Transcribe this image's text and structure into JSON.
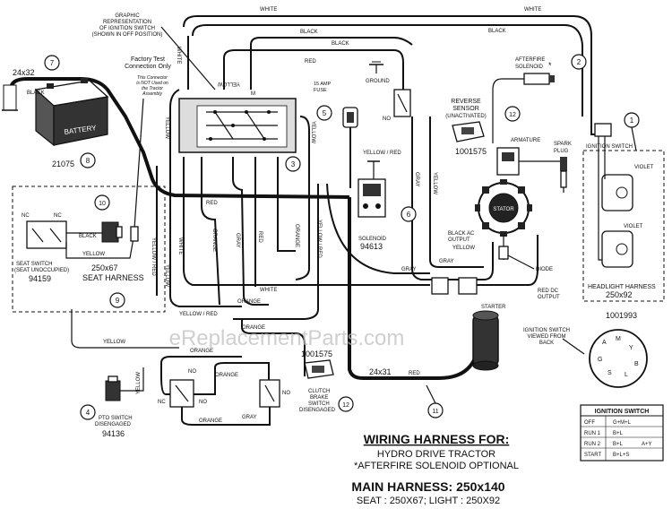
{
  "labels": {
    "graphic_rep": [
      "GRAPHIC",
      "REPRESENTATION",
      "OF IGNITION SWITCH",
      "(SHOWN IN OFF POSITION)"
    ],
    "factory_test": [
      "Factory Test",
      "Connection Only"
    ],
    "factory_note": [
      "This Connector",
      "is NOT Used on",
      "the Tractor",
      "Assembly"
    ],
    "battery_size": "24x32",
    "battery_word": "BATTERY",
    "battery_part": "21075",
    "fuse": [
      "15 AMP",
      "FUSE"
    ],
    "ground": "GROUND",
    "afterfire": [
      "AFTERFIRE",
      "SOLENOID"
    ],
    "afterfire_star": "*",
    "reverse_sensor": [
      "REVERSE",
      "SENSOR",
      "(UNACTIVATED)"
    ],
    "reverse_part": "1001575",
    "armature": "ARMATURE",
    "spark_plug": [
      "SPARK",
      "PLUG"
    ],
    "stator": "STATOR",
    "black_ac": [
      "BLACK AC",
      "OUTPUT"
    ],
    "diode": "DIODE",
    "red_dc": [
      "RED DC",
      "OUTPUT"
    ],
    "starter": "STARTER",
    "solenoid": "SOLENOID",
    "solenoid_part": "94613",
    "seat_switch": [
      "SEAT SWITCH",
      "(SEAT UNOCCUPIED)"
    ],
    "seat_part": "94159",
    "seat_harness_size": "250x67",
    "seat_harness": "SEAT HARNESS",
    "pto_switch": [
      "PTO SWITCH",
      "DISENGAGED"
    ],
    "pto_part": "94136",
    "clutch_part": "1001575",
    "clutch_switch": [
      "CLUTCH",
      "BRAKE",
      "SWITCH",
      "DISENGAGED"
    ],
    "headlight_harness": "HEADLIGHT HARNESS",
    "headlight_size": "250x92",
    "ign_switch_view": [
      "IGNITION SWITCH",
      "VIEWED FROM",
      "BACK"
    ],
    "ign_part": "1001993",
    "cable_size": "24x31",
    "watermark": "eReplacementParts.com",
    "nc": "NC",
    "no": "NO",
    "m_label": "M",
    "violet": "VIOLET"
  },
  "wires": {
    "white": "WHITE",
    "black": "BLACK",
    "red": "RED",
    "yellow": "YELLOW",
    "orange": "ORANGE",
    "gray": "GRAY",
    "yellow_red": "YELLOW / RED"
  },
  "callouts": [
    "1",
    "2",
    "3",
    "4",
    "5",
    "6",
    "7",
    "8",
    "9",
    "10",
    "11",
    "12"
  ],
  "ignition_table": {
    "title": "IGNITION SWITCH",
    "rows": [
      {
        "pos": "OFF",
        "conn": "G+M+L",
        "extra": ""
      },
      {
        "pos": "RUN 1",
        "conn": "B+L",
        "extra": ""
      },
      {
        "pos": "RUN 2",
        "conn": "B+L",
        "extra": "A+Y"
      },
      {
        "pos": "START",
        "conn": "B+L+S",
        "extra": ""
      }
    ]
  },
  "ign_pins": [
    "A",
    "M",
    "Y",
    "G",
    "S",
    "L",
    "B"
  ],
  "title": {
    "heading": "WIRING HARNESS FOR:",
    "line1": "HYDRO DRIVE TRACTOR",
    "line2": "*AFTERFIRE SOLENOID OPTIONAL",
    "main": "MAIN HARNESS: 250x140",
    "sub": "SEAT : 250X67;     LIGHT : 250X92"
  }
}
